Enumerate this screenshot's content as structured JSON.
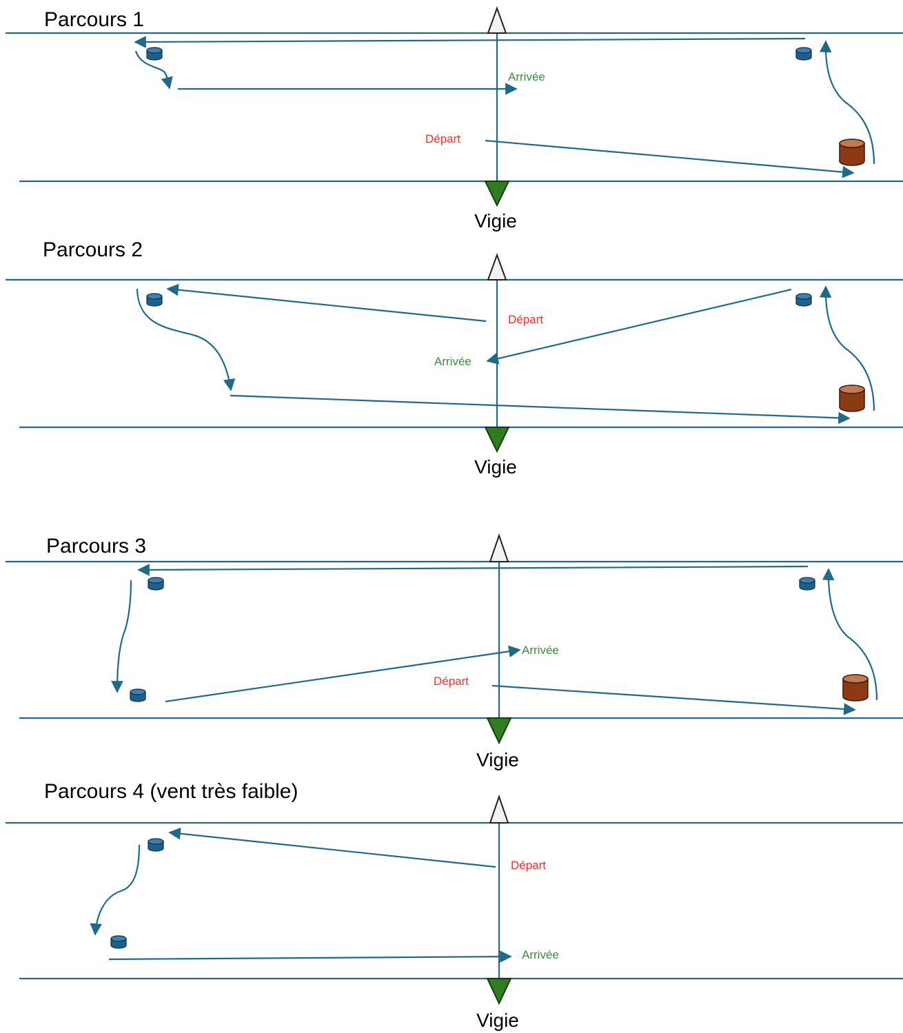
{
  "courses": [
    {
      "title": "Parcours 1",
      "vigie": "Vigie",
      "depart": "Départ",
      "arrivee": "Arrivée"
    },
    {
      "title": "Parcours 2",
      "vigie": "Vigie",
      "depart": "Départ",
      "arrivee": "Arrivée"
    },
    {
      "title": "Parcours 3",
      "vigie": "Vigie",
      "depart": "Départ",
      "arrivee": "Arrivée"
    },
    {
      "title": "Parcours 4 (vent très faible)",
      "vigie": "Vigie",
      "depart": "Départ",
      "arrivee": "Arrivée"
    }
  ],
  "colors": {
    "line": "#1f6a8a",
    "small_buoy": "#1f5f8b",
    "big_buoy": "#8b3a14",
    "vigie_flag": "#2e7d1f",
    "top_flag": "#f2f2f2",
    "depart": "#ff2a2a",
    "arrivee": "#3d8a3d"
  },
  "icons": {
    "small_buoy": "small-buoy-icon",
    "large_buoy": "large-buoy-icon",
    "vigie_flag": "vigie-triangle-icon",
    "top_flag": "top-triangle-icon"
  }
}
